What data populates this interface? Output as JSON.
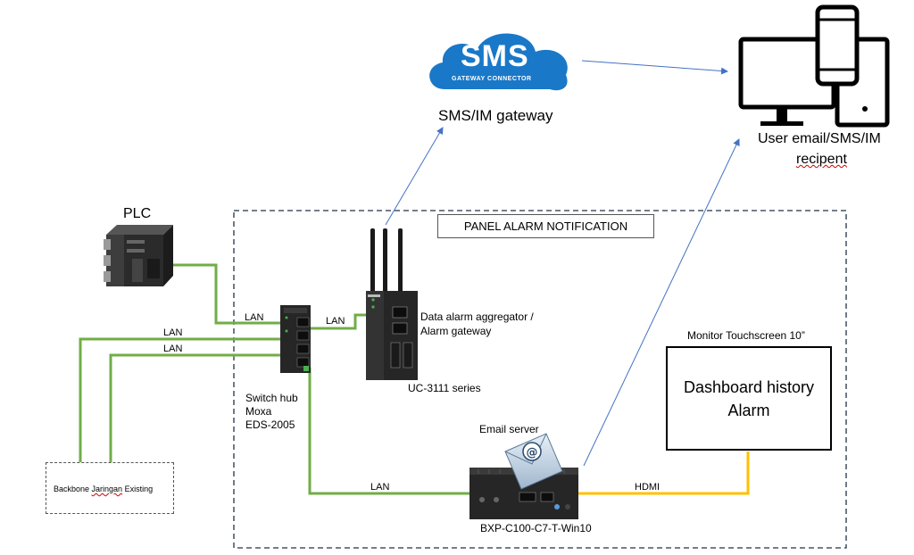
{
  "title": "PANEL ALARM NOTIFICATION",
  "nodes": {
    "plc": "PLC",
    "sms_logo_main": "SMS",
    "sms_logo_sub": "GATEWAY CONNECTOR",
    "sms_gateway": "SMS/IM gateway",
    "user_line1": "User email/SMS/IM",
    "user_line2": "recipent",
    "aggregator_line1": "Data alarm aggregator /",
    "aggregator_line2": "Alarm gateway",
    "uc_series": "UC-3111 series",
    "switch_line1": "Switch hub",
    "switch_line2": "Moxa",
    "switch_line3": "EDS-2005",
    "backbone_prefix": "Backbone ",
    "backbone_word": "Jaringan",
    "backbone_suffix": " Existing",
    "email_server": "Email server",
    "bxp": "BXP-C100-C7-T-Win10",
    "monitor": "Monitor Touchscreen 10”",
    "dashboard_line1": "Dashboard history",
    "dashboard_line2": "Alarm"
  },
  "links": {
    "lan_plc": "LAN",
    "lan_1": "LAN",
    "lan_2": "LAN",
    "lan_uc": "LAN",
    "lan_email": "LAN",
    "hdmi": "HDMI"
  },
  "colors": {
    "lan": "#70ad47",
    "hdmi": "#ffc000",
    "arrow": "#4472c4",
    "device": "#2b2b2b",
    "cloud": "#1a78c8"
  }
}
